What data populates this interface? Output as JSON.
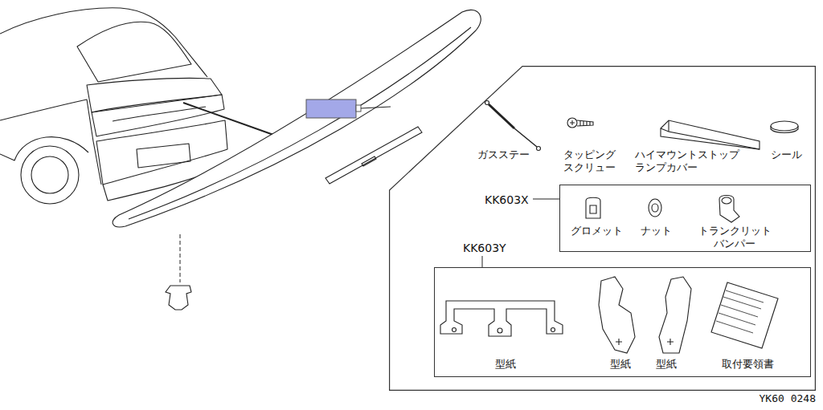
{
  "diagram": {
    "nodes": [
      {
        "text": [
          "ガスステー",
          "タッピング スクリュー",
          "ハイマウントストップ ランプカバー",
          "シール"
        ]
      },
      {
        "text": [
          "KK603X",
          "グロメット",
          "ナット",
          "トランクリット バンパー"
        ],
        "in": 0
      },
      {
        "text": [
          "KK603Y",
          "型紙",
          "型紙",
          "型紙",
          "取付要領書"
        ],
        "in": 0
      }
    ],
    "labels": [
      "YK60 0248"
    ]
  }
}
